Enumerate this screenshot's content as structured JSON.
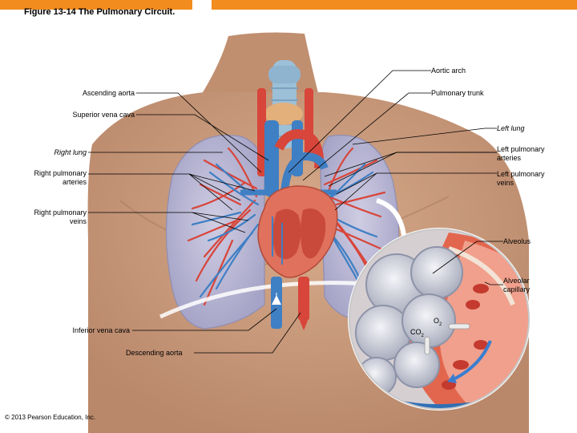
{
  "figure": {
    "title": "Figure 13-14  The Pulmonary Circuit.",
    "copyright": "© 2013 Pearson Education, Inc."
  },
  "labels": {
    "aortic_arch": "Aortic arch",
    "ascending_aorta": "Ascending aorta",
    "pulmonary_trunk": "Pulmonary trunk",
    "superior_vena_cava": "Superior vena cava",
    "left_lung": "Left lung",
    "right_lung": "Right lung",
    "left_pulmonary_arteries_1": "Left pulmonary",
    "left_pulmonary_arteries_2": "arteries",
    "right_pulmonary_arteries_1": "Right pulmonary",
    "right_pulmonary_arteries_2": "arteries",
    "left_pulmonary_veins_1": "Left pulmonary",
    "left_pulmonary_veins_2": "veins",
    "right_pulmonary_veins_1": "Right pulmonary",
    "right_pulmonary_veins_2": "veins",
    "alveolus": "Alveolus",
    "alveolar_capillary_1": "Alveolar",
    "alveolar_capillary_2": "capillary",
    "inferior_vena_cava": "Inferior vena cava",
    "descending_aorta": "Descending aorta"
  },
  "gases": {
    "o2_base": "O",
    "o2_sub": "2",
    "co2_base": "CO",
    "co2_sub": "2"
  },
  "colors": {
    "accent_bar": "#f28c1e",
    "skin": "#c99b7a",
    "lung": "#b9b8d4",
    "artery_red": "#d8453a",
    "vein_blue": "#3f7fc4",
    "capillary_band": "#e2664e"
  }
}
